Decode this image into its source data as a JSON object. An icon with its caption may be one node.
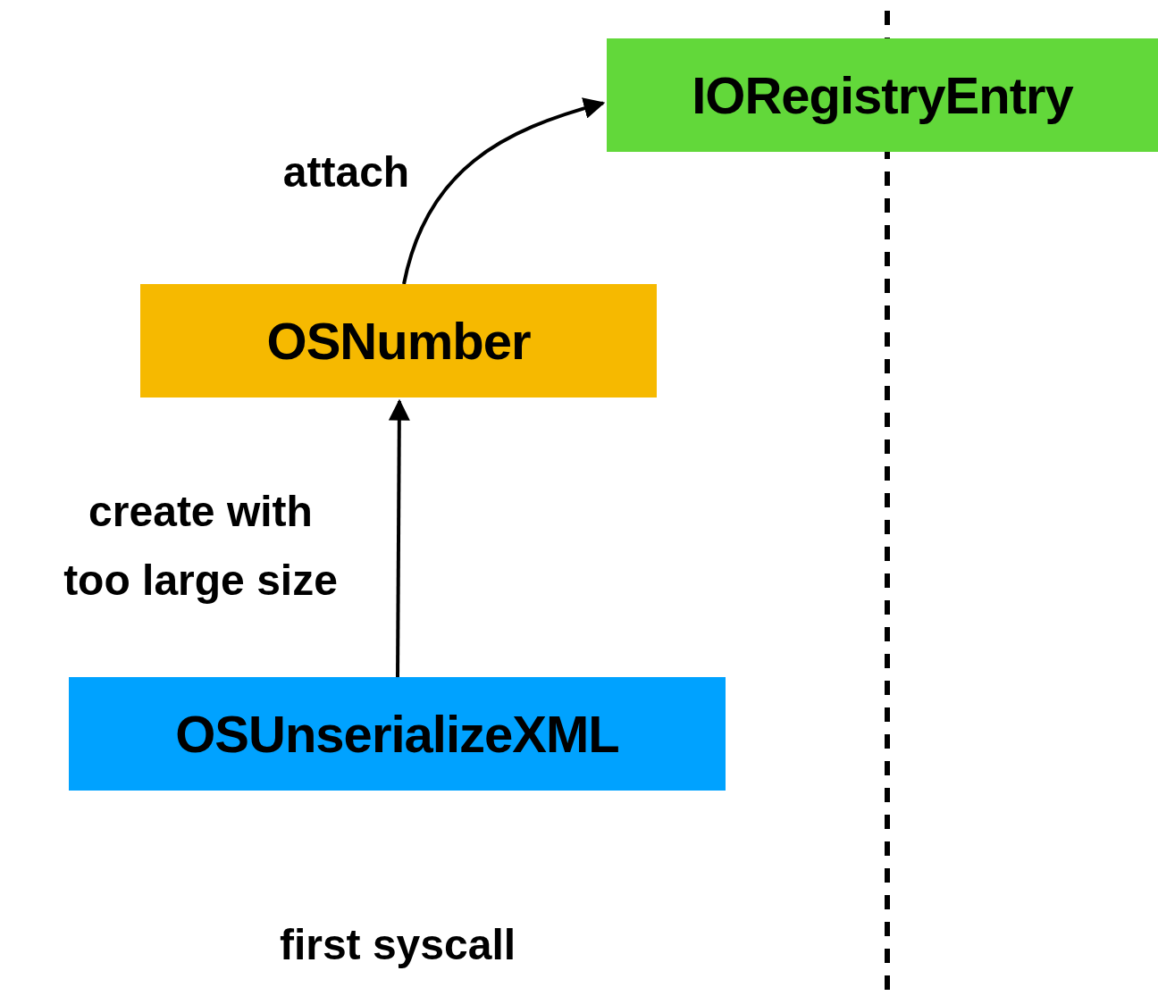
{
  "diagram": {
    "nodes": [
      {
        "text": [
          "IORegistryEntry"
        ]
      },
      {
        "text": [
          "OSNumber"
        ]
      },
      {
        "text": [
          "OSUnserializeXML"
        ]
      }
    ],
    "edges": [
      {
        "from": 2,
        "to": 1,
        "arrow": "to",
        "label": "create with too large size"
      },
      {
        "from": 1,
        "to": 0,
        "arrow": "to",
        "label": "attach"
      }
    ],
    "labels": [
      "first syscall"
    ]
  }
}
